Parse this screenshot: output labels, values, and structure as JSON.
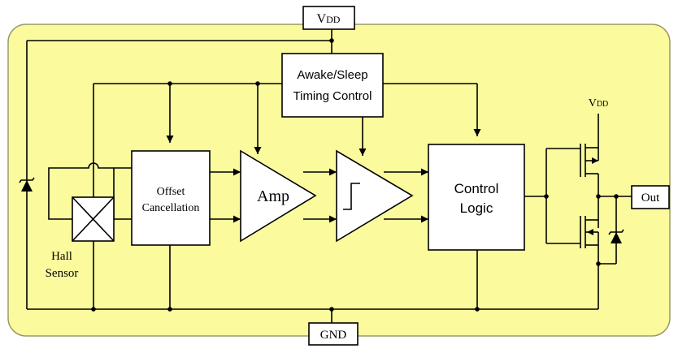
{
  "colors": {
    "chip_fill": "#fbfb9e",
    "chip_border": "#9a9a6a",
    "line": "#000000",
    "block_fill": "#ffffff"
  },
  "pins": {
    "vdd": {
      "main": "V",
      "sub": "DD"
    },
    "gnd": "GND",
    "out": "Out"
  },
  "blocks": {
    "timing": {
      "line1": "Awake/Sleep",
      "line2": "Timing Control"
    },
    "offset": {
      "line1": "Offset",
      "line2": "Cancellation"
    },
    "amp": "Amp",
    "control": {
      "line1": "Control",
      "line2": "Logic"
    }
  },
  "labels": {
    "hall": {
      "line1": "Hall",
      "line2": "Sensor"
    },
    "vdd_internal": {
      "main": "V",
      "sub": "DD"
    }
  },
  "icons": {
    "comparator": "hysteresis-step-icon",
    "hall": "hall-sensor-cross-icon",
    "diode": "zener-diode-icon",
    "mosfet": "mosfet-icon"
  }
}
